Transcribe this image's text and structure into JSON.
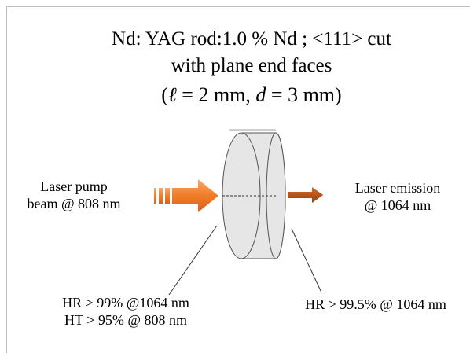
{
  "title": {
    "line1": "Nd: YAG rod:1.0 % Nd ; <111> cut",
    "line2": "with plane end faces"
  },
  "dimensions": {
    "open": "(",
    "l_symbol": "ℓ",
    "l_value": " = 2 mm, ",
    "d_symbol": "d",
    "d_value": " = 3 mm)"
  },
  "pump": {
    "line1": "Laser pump",
    "line2": "beam @ 808 nm",
    "arrow_color": "#f07c27"
  },
  "emission": {
    "line1": "Laser emission",
    "line2": "@ 1064 nm",
    "arrow_color": "#b5541a"
  },
  "input_face": {
    "line1": "HR > 99% @1064 nm",
    "line2": "HT > 95% @ 808 nm"
  },
  "output_face": {
    "line1": "HR > 99.5% @ 1064 nm"
  },
  "rod": {
    "fill_color": "#e6e6e6",
    "stroke_color": "#555555"
  }
}
